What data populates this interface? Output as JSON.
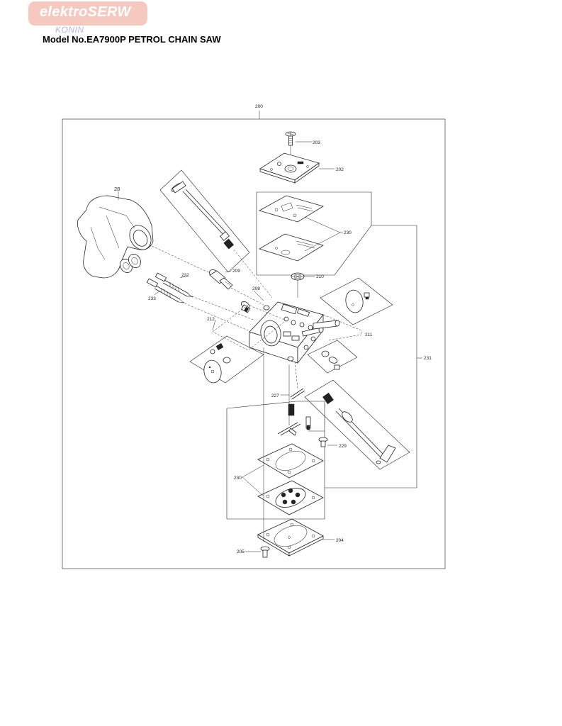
{
  "header": {
    "logo_text": "elektroSERW",
    "logo_sub": "KONIN",
    "model_title": "Model No.EA7900P PETROL CHAIN SAW"
  },
  "colors": {
    "logo_bg": "#f5c9c0",
    "logo_fg": "#ffffff",
    "logo_sub": "#b7b6df",
    "line": "#222222"
  },
  "callouts": {
    "p200": "200",
    "p203": "203",
    "p202": "202",
    "p28": "28",
    "p230_top": "230",
    "p209": "209",
    "p232": "232",
    "p233": "233",
    "p210": "210",
    "p208": "208",
    "p212": "212",
    "p211": "211",
    "p231": "231",
    "p227": "227",
    "p229": "229",
    "p230_bottom": "230",
    "p204": "204",
    "p205": "205"
  }
}
